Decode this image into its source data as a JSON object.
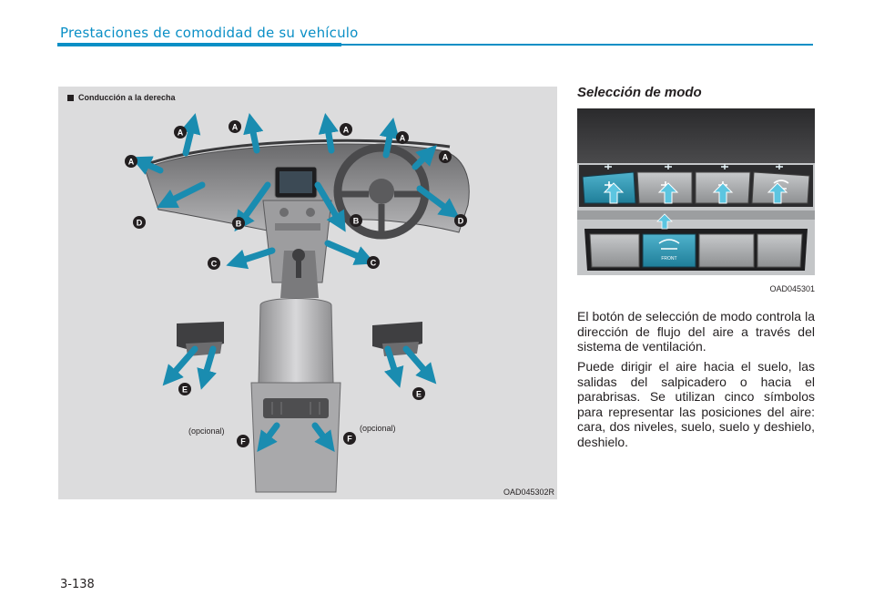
{
  "header": {
    "title": "Prestaciones de comodidad de su vehículo"
  },
  "figure_left": {
    "caption": "Conducción a la derecha",
    "code": "OAD045302R",
    "optional_label": "(opcional)",
    "vent_letters": [
      "A",
      "B",
      "C",
      "D",
      "E",
      "F"
    ]
  },
  "section": {
    "title": "Selección de modo"
  },
  "figure_right": {
    "code": "OAD045301",
    "button_label": "FRONT"
  },
  "paragraphs": [
    "El botón de selección de modo controla la dirección de flujo del aire a través del sistema de ventilación.",
    "Puede dirigir el aire hacia el suelo, las salidas del salpicadero o hacia el parabrisas. Se utilizan cinco símbolos para representar las posiciones del aire: cara, dos niveles, suelo, suelo y deshielo, deshielo."
  ],
  "page_number": "3-138",
  "colors": {
    "accent": "#0a8fc6",
    "arrow": "#1a8cb0",
    "figure_bg": "#dcdcdd"
  }
}
